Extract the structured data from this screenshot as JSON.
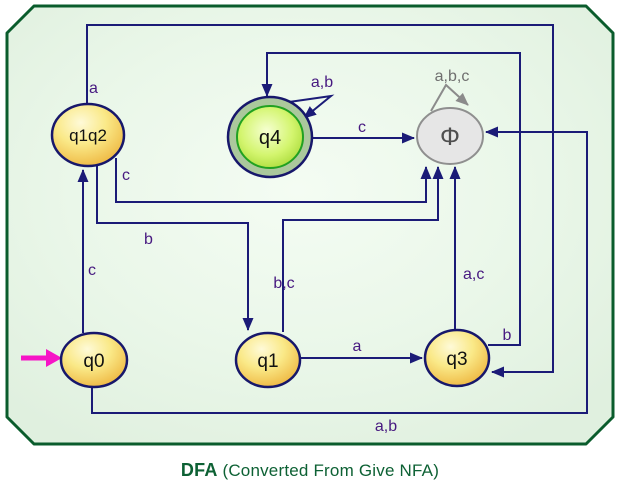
{
  "diagram": {
    "type": "finite-automaton",
    "caption": {
      "bold": "DFA",
      "rest": " (Converted From Give NFA)"
    },
    "states": [
      {
        "id": "q1q2",
        "label": "q1q2",
        "kind": "normal"
      },
      {
        "id": "q4",
        "label": "q4",
        "kind": "accepting-double-circle"
      },
      {
        "id": "phi",
        "label": "Φ",
        "kind": "trap"
      },
      {
        "id": "q0",
        "label": "q0",
        "kind": "start"
      },
      {
        "id": "q1",
        "label": "q1",
        "kind": "normal"
      },
      {
        "id": "q3",
        "label": "q3",
        "kind": "normal"
      }
    ],
    "transitions": [
      {
        "from": "q0",
        "to": "q1q2",
        "label": "c"
      },
      {
        "from": "q1q2",
        "to": "q1",
        "label": "b"
      },
      {
        "from": "q1q2",
        "to": "phi",
        "label": "c"
      },
      {
        "from": "q1q2",
        "to": "q3",
        "label": "a"
      },
      {
        "from": "q0",
        "to": "phi",
        "label": "a,b"
      },
      {
        "from": "q1",
        "to": "phi",
        "label": "b,c"
      },
      {
        "from": "q1",
        "to": "q3",
        "label": "a"
      },
      {
        "from": "q3",
        "to": "phi",
        "label": "a,c"
      },
      {
        "from": "q3",
        "to": "q4",
        "label": "b"
      },
      {
        "from": "q4",
        "to": "phi",
        "label": "c"
      },
      {
        "from": "q4",
        "to": "q4",
        "label": "a,b"
      },
      {
        "from": "phi",
        "to": "phi",
        "label": "a,b,c"
      }
    ],
    "start_marker": {
      "points_to": "q0",
      "color": "#f614c6"
    },
    "colors": {
      "border_green": "#0a5c2c",
      "canvas_fill": "#e6f4e5",
      "edge_navy": "#1b1b77",
      "edge_label_purple": "#471980",
      "trap_gray": "#8b8b8b",
      "state_yellow_edge": "#edb23a",
      "accepting_green": "#a0d42d",
      "caption_green": "#0d6134"
    }
  }
}
